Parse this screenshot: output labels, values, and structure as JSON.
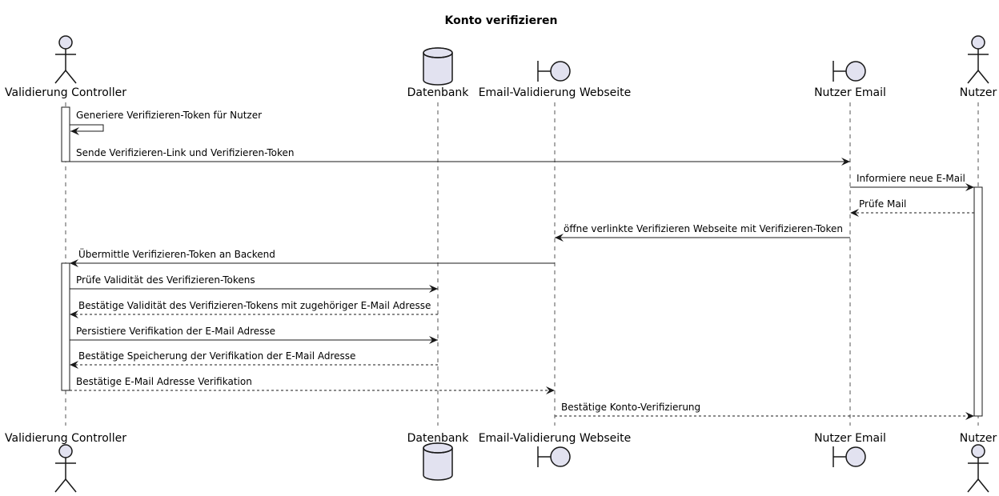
{
  "title": "Konto verifizieren",
  "participants": [
    {
      "id": "controller",
      "label": "Validierung Controller",
      "kind": "actor"
    },
    {
      "id": "db",
      "label": "Datenbank",
      "kind": "database"
    },
    {
      "id": "webseite",
      "label": "Email-Validierung Webseite",
      "kind": "boundary"
    },
    {
      "id": "email",
      "label": "Nutzer Email",
      "kind": "boundary"
    },
    {
      "id": "nutzer",
      "label": "Nutzer",
      "kind": "actor"
    }
  ],
  "messages": [
    {
      "from": "controller",
      "to": "controller",
      "text": "Generiere Verifizieren-Token für Nutzer",
      "style": "solid"
    },
    {
      "from": "controller",
      "to": "email",
      "text": "Sende Verifizieren-Link und Verifizieren-Token",
      "style": "solid"
    },
    {
      "from": "email",
      "to": "nutzer",
      "text": "Informiere neue E-Mail",
      "style": "solid"
    },
    {
      "from": "nutzer",
      "to": "email",
      "text": "Prüfe Mail",
      "style": "dashed"
    },
    {
      "from": "email",
      "to": "webseite",
      "text": "öffne verlinkte Verifizieren Webseite mit Verifizieren-Token",
      "style": "solid"
    },
    {
      "from": "webseite",
      "to": "controller",
      "text": "Übermittle Verifizieren-Token an Backend",
      "style": "solid"
    },
    {
      "from": "controller",
      "to": "db",
      "text": "Prüfe Validität des Verifizieren-Tokens",
      "style": "solid"
    },
    {
      "from": "db",
      "to": "controller",
      "text": "Bestätige Validität des Verifizieren-Tokens mit zugehöriger E-Mail Adresse",
      "style": "dashed"
    },
    {
      "from": "controller",
      "to": "db",
      "text": "Persistiere Verifikation der E-Mail Adresse",
      "style": "solid"
    },
    {
      "from": "db",
      "to": "controller",
      "text": "Bestätige Speicherung der Verifikation der E-Mail Adresse",
      "style": "dashed"
    },
    {
      "from": "controller",
      "to": "webseite",
      "text": "Bestätige E-Mail Adresse Verifikation",
      "style": "dashed"
    },
    {
      "from": "webseite",
      "to": "nutzer",
      "text": "Bestätige Konto-Verifizierung",
      "style": "dashed"
    }
  ],
  "colors": {
    "participant_fill": "#e2e2f0",
    "stroke": "#181818",
    "lifeline": "#555555"
  }
}
